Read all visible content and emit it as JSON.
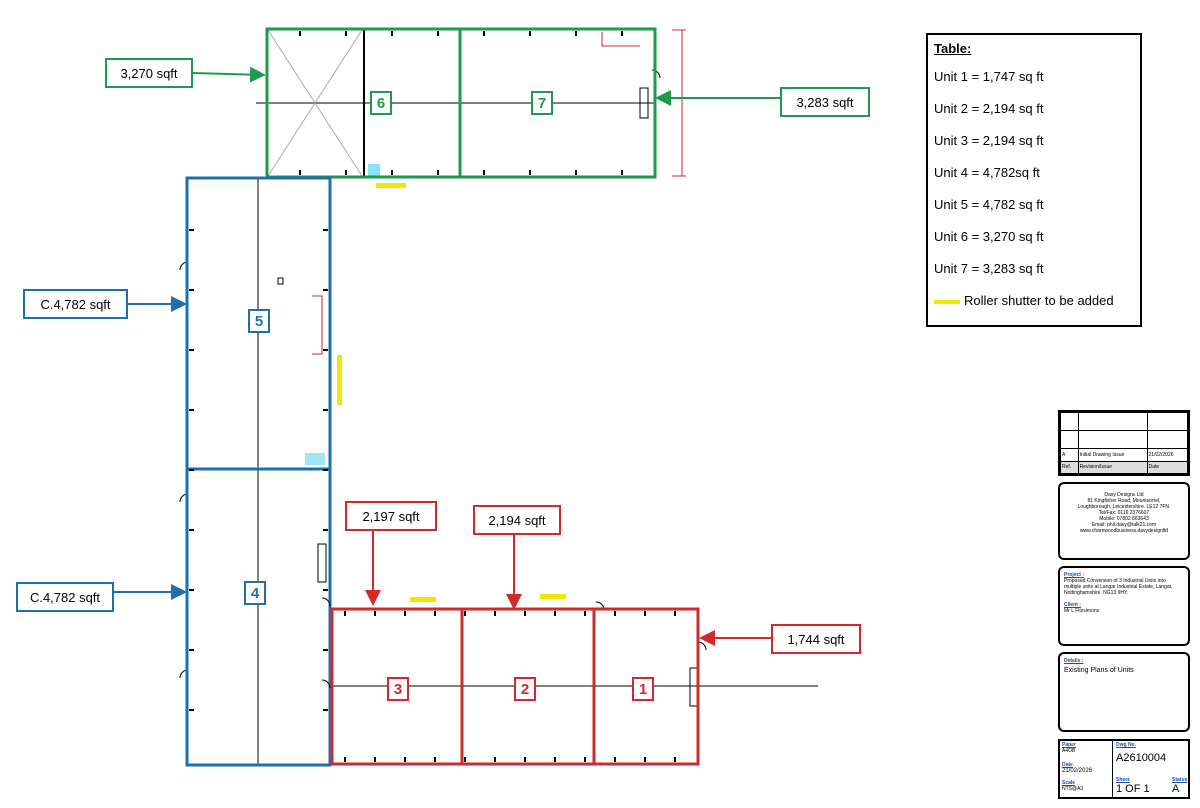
{
  "colors": {
    "green": "#1f9a4c",
    "blue": "#1f6fad",
    "red": "#d12a2a",
    "shutter": "#f2e600"
  },
  "callouts": {
    "unit6": "3,270 sqft",
    "unit7": "3,283 sqft",
    "unit5": "C.4,782 sqft",
    "unit4": "C.4,782 sqft",
    "unit3": "2,197 sqft",
    "unit2": "2,194 sqft",
    "unit1": "1,744 sqft"
  },
  "units": {
    "u1": "1",
    "u2": "2",
    "u3": "3",
    "u4": "4",
    "u5": "5",
    "u6": "6",
    "u7": "7"
  },
  "legend": {
    "title": "Table:",
    "rows": [
      "Unit 1 = 1,747 sq ft",
      "Unit 2 = 2,194 sq ft",
      "Unit 3 = 2,194 sq ft",
      "Unit 4 = 4,782sq ft",
      "Unit 5 = 4,782 sq ft",
      "Unit 6 = 3,270 sq ft",
      "Unit 7 = 3,283 sq ft"
    ],
    "shutter_label": "Roller shutter to be added"
  },
  "title_block": {
    "revision": {
      "rev": "A",
      "desc": "Initial Drawing Issue",
      "date": "21/02/2026",
      "h_rev": "Ref.",
      "h_desc": "Revision/Issue",
      "h_date": "Date"
    },
    "company": [
      "Davy Designs Ltd",
      "81 Kingfisher Road, Mountsorrel,",
      "Loughborough, Leicestershire. LE12 7FN.",
      "Tel/Fax: 0116 2376607",
      "Mobile: 07802 663643",
      "Email: phil.davy@talk21.com",
      "www.charnwoodbusiness.davydesignltd"
    ],
    "project_label": "Project :",
    "project_text": "Proposed Conversion of 3 Industrial Units into multiple units at Langar Industrial Estate, Langar, Nottinghamshire. NG13 9HY.",
    "client_label": "Client :",
    "client_text": "Mr L Fitzsimons",
    "details_label": "Details :",
    "details_text": "Existing Plans of Units",
    "paper_label": "Paper",
    "paper": "A4OB",
    "dwg_label": "Dwg No.",
    "dwg_no": "A2610004",
    "date_label": "Date",
    "date": "21/02/2026",
    "scale_label": "Scale",
    "scale": "NTS@A3",
    "sheet_label": "Sheet",
    "sheet": "1 OF 1",
    "rev_label": "Status",
    "rev": "A"
  }
}
